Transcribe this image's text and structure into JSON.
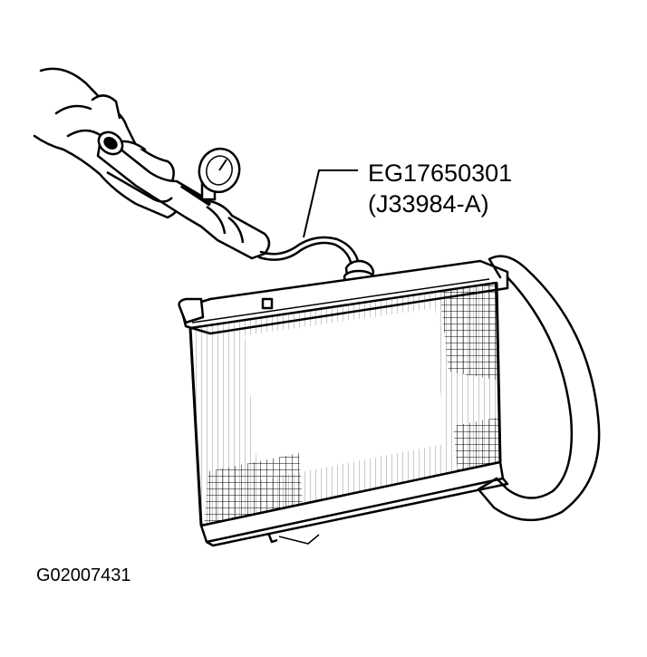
{
  "callout": {
    "part_number": "EG17650301",
    "tool_number": "(J33984-A)"
  },
  "figure_id": "G02007431",
  "colors": {
    "ink": "#000000",
    "paper": "#ffffff"
  },
  "icons": [
    "hand-icon",
    "pressure-tester-icon",
    "pressure-gauge-icon",
    "radiator-icon",
    "radiator-hose-icon",
    "radiator-cap-adapter-icon"
  ]
}
